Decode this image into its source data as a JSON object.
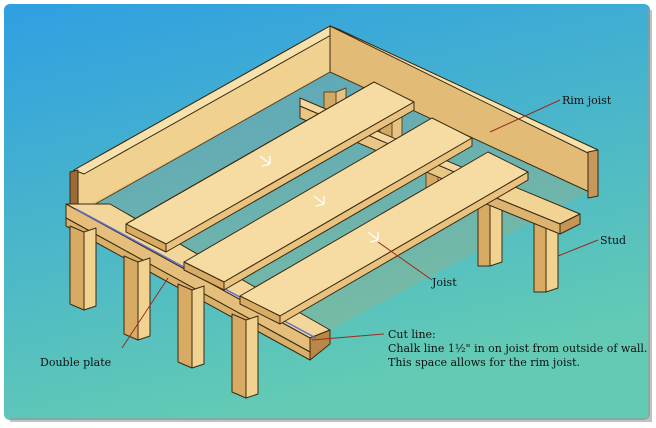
{
  "labels": {
    "rim_joist": "Rim joist",
    "stud": "Stud",
    "joist": "Joist",
    "double_plate": "Double plate",
    "cut_line_title": "Cut line:",
    "cut_line_line1": "Chalk line 1½\" in on joist from outside of wall.",
    "cut_line_line2": "This space allows for the rim joist."
  },
  "colors": {
    "background_top": "#3aa6e0",
    "background_bottom": "#5cc7b8",
    "wood_light": "#f4d79a",
    "wood_mid": "#e5be79",
    "wood_dark": "#c89a56",
    "leader": "#9b2a1f",
    "chalk_line": "#5b6fd6"
  }
}
